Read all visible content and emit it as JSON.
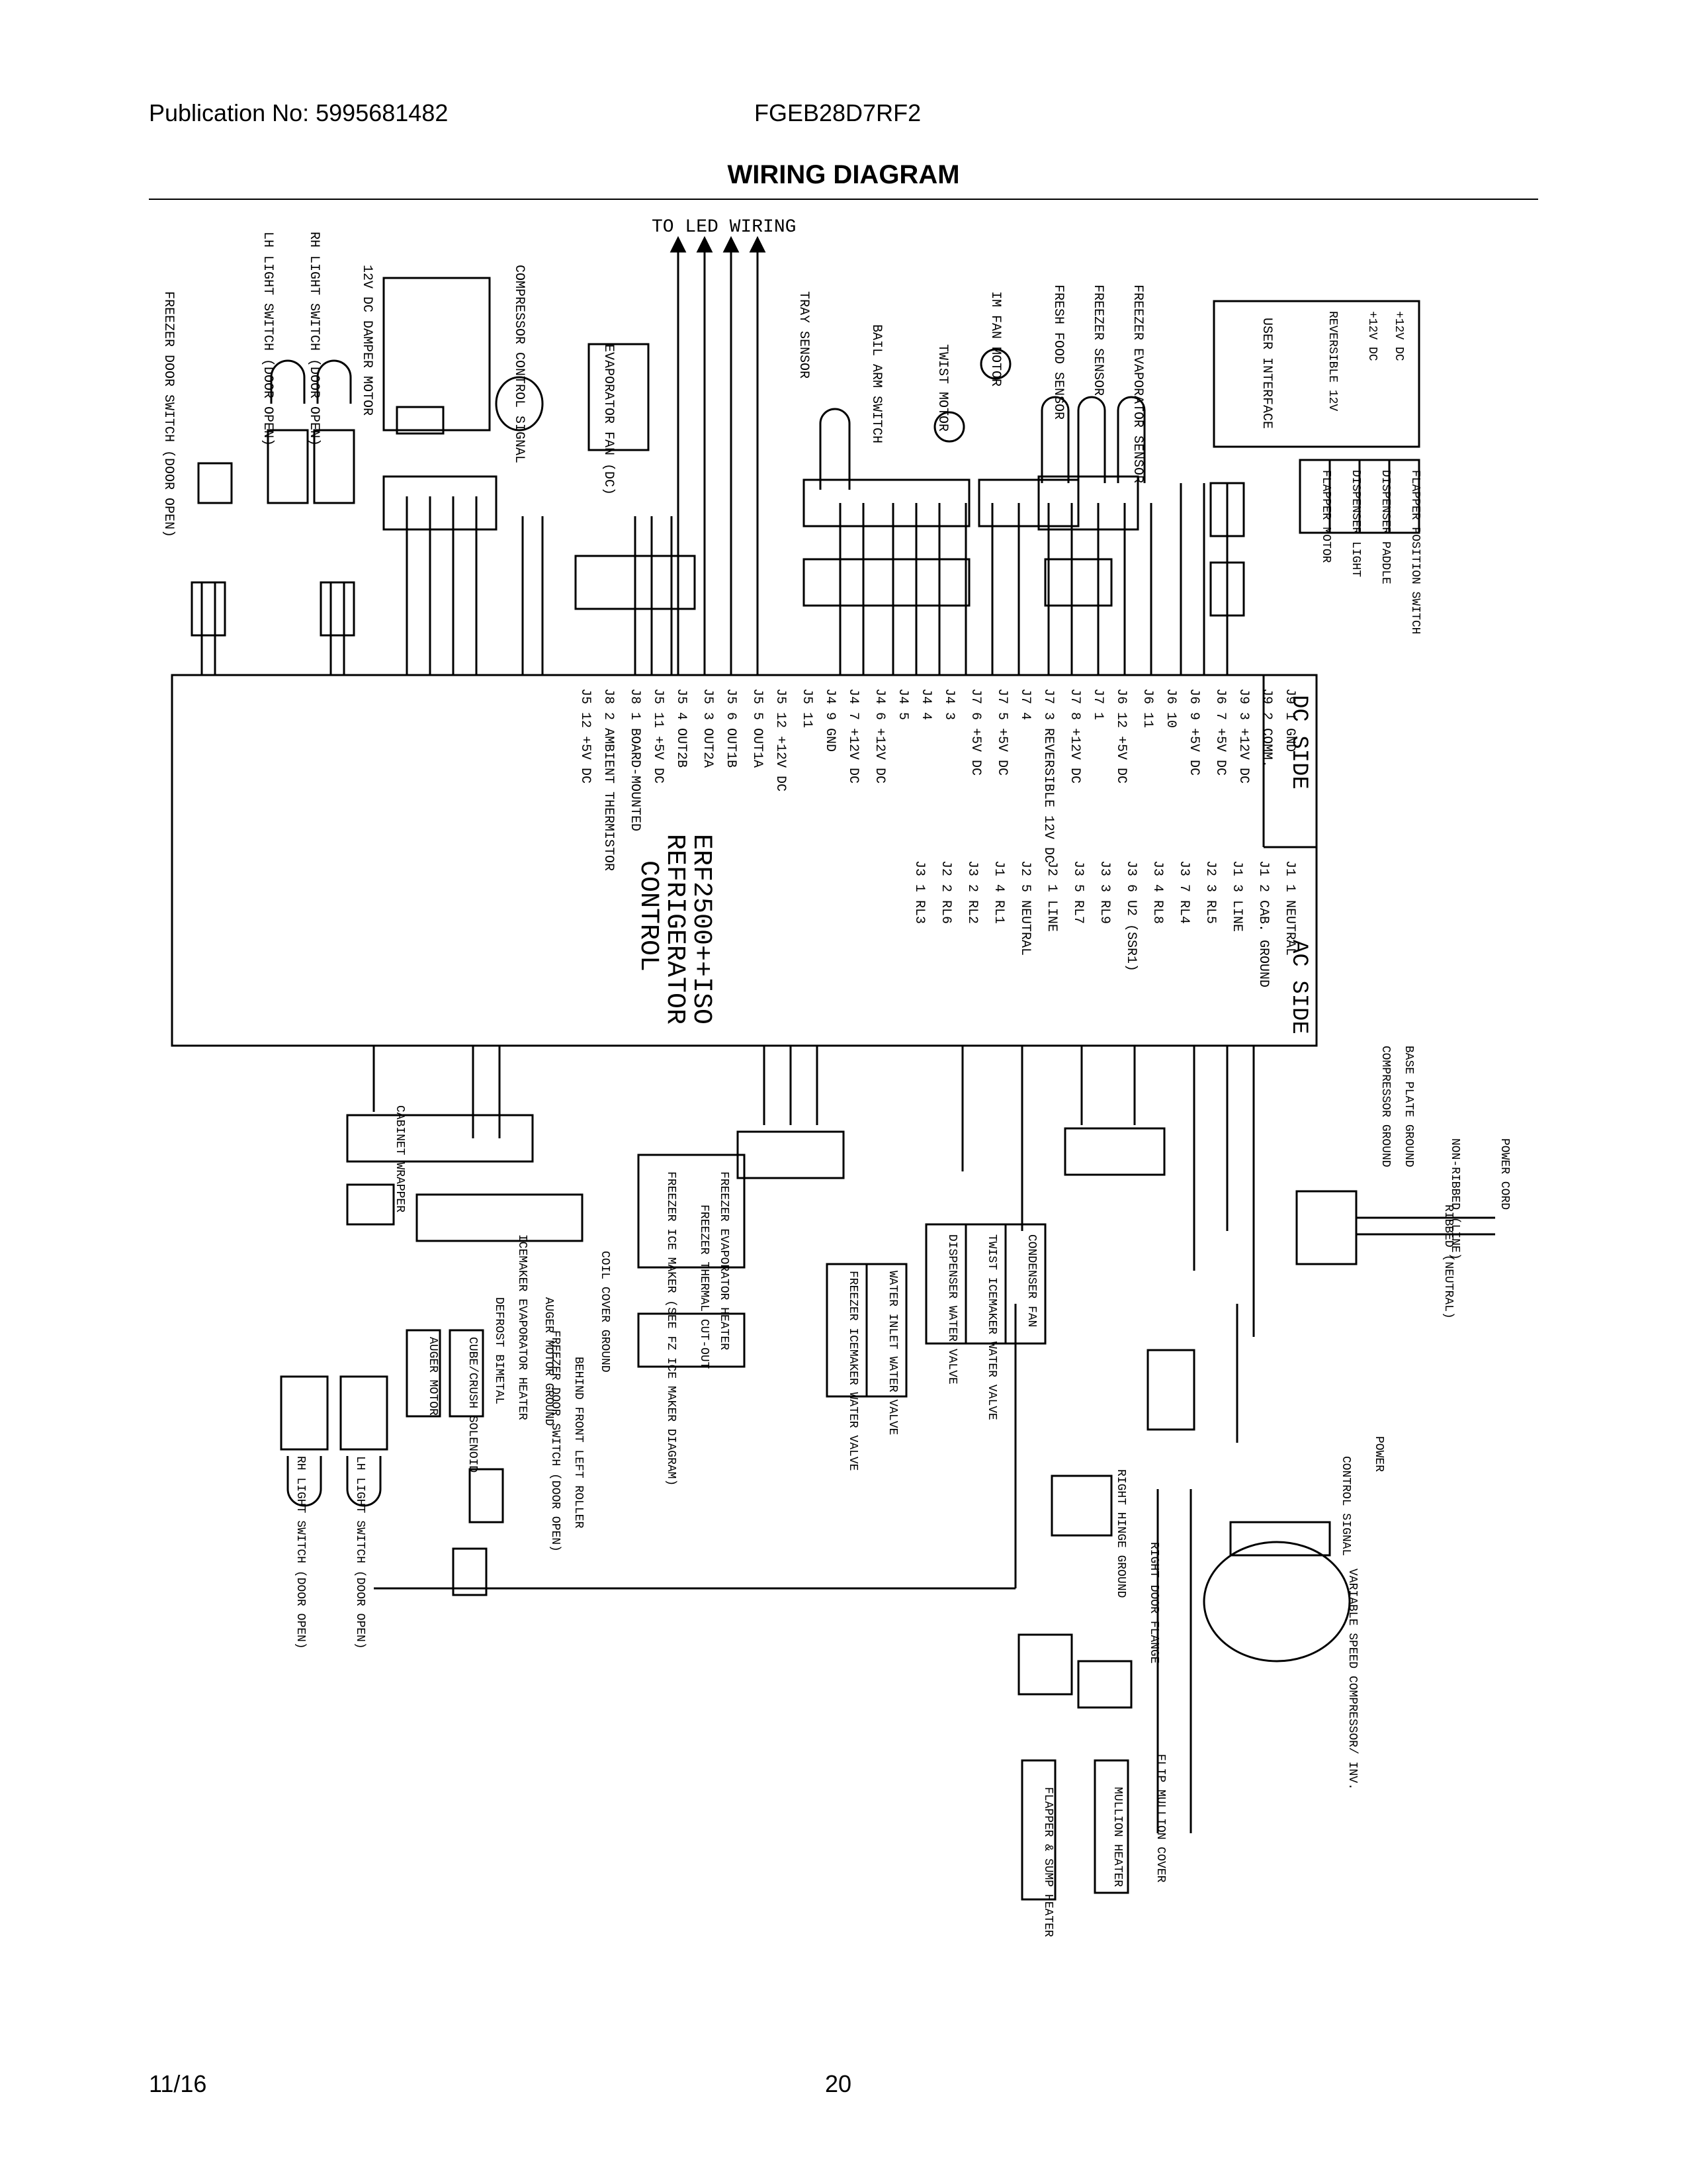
{
  "header": {
    "publication": "Publication No: 5995681482",
    "model": "FGEB28D7RF2"
  },
  "title": "WIRING DIAGRAM",
  "footer": {
    "date": "11/16",
    "page": "20"
  },
  "diagram": {
    "led_wiring_label": "TO LED WIRING",
    "board": {
      "name_line1": "ERF2500++ISO",
      "name_line2": "REFRIGERATOR",
      "name_line3": "CONTROL",
      "dc_side": "DC SIDE",
      "ac_side": "AC SIDE"
    },
    "top_components": [
      "FREEZER DOOR SWITCH (DOOR OPEN)",
      "LH LIGHT SWITCH (DOOR OPEN)",
      "RH LIGHT SWITCH (DOOR OPEN)",
      "12V DC DAMPER MOTOR",
      "COMPRESSOR CONTROL SIGNAL",
      "EVAPORATOR FAN (DC)",
      "TRAY SENSOR",
      "BAIL ARM SWITCH",
      "TWIST MOTOR",
      "IM FAN MOTOR",
      "FRESH FOOD SENSOR",
      "FREEZER SENSOR",
      "FREEZER EVAPORATOR SENSOR",
      "USER INTERFACE"
    ],
    "ui_pins": [
      "+12V DC",
      "+12V DC",
      "REVERSIBLE 12V"
    ],
    "flapper_items": [
      "FLAPPER POSITION SWITCH",
      "DISPENSER PADDLE",
      "DISPENSER LIGHT",
      "FLAPPER MOTOR"
    ],
    "dc_rows": [
      "J9 1 GND",
      "J9 2 COMM.",
      "J9 3 +12V DC",
      "J6 7 +5V DC",
      "J6 9 +5V DC",
      "J6 10",
      "J6 11",
      "J6 12 +5V DC",
      "J7 1",
      "J7 8 +12V DC",
      "J7 3 REVERSIBLE 12V DC",
      "J7 4",
      "J7 5 +5V DC",
      "J7 6 +5V DC",
      "J4 3",
      "J4 4",
      "J4 5",
      "J4 6 +12V DC",
      "J4 7 +12V DC",
      "J4 9 GND",
      "J5 11",
      "J5 12 +12V DC",
      "J5 5 OUT1A",
      "J5 6 OUT1B",
      "J5 3 OUT2A",
      "J5 4 OUT2B",
      "J5 11 +5V DC",
      "J8 1 BOARD-MOUNTED",
      "J8 2 AMBIENT THERMISTOR",
      "J5 12 +5V DC"
    ],
    "ac_rows": [
      "J1 1 NEUTRAL",
      "J1 2 CAB. GROUND",
      "J1 3 LINE",
      "J2 3 RL5",
      "J3 7 RL4",
      "J3 4 RL8",
      "J3 6 U2 (SSR1)",
      "J3 3 RL9",
      "J3 5 RL7",
      "J2 1 LINE",
      "J2 5 NEUTRAL",
      "J1 4 RL1",
      "J3 2 RL2",
      "J2 2 RL6",
      "J3 1 RL3"
    ],
    "bottom_components": [
      "POWER CORD",
      "NON-RIBBED (LINE)",
      "RIBBED (NEUTRAL)",
      "BASE PLATE GROUND",
      "COMPRESSOR GROUND",
      "CONDENSER FAN",
      "TWIST ICEMAKER WATER VALVE",
      "DISPENSER WATER VALVE",
      "WATER INLET WATER VALVE",
      "FREEZER ICEMAKER WATER VALVE",
      "FREEZER EVAPORATOR HEATER",
      "FREEZER THERMAL CUT-OUT",
      "FREEZER ICE MAKER (SEE FZ ICE MAKER DIAGRAM)",
      "COIL COVER GROUND",
      "BEHIND FRONT LEFT ROLLER",
      "FREEZER DOOR SWITCH (DOOR OPEN)",
      "ICEMAKER EVAPORATOR HEATER",
      "DEFROST BIMETAL",
      "AUGER MOTOR GROUND",
      "CUBE/CRUSH SOLENOID",
      "AUGER MOTOR",
      "CABINET WRAPPER",
      "RH LIGHT SWITCH (DOOR OPEN)",
      "LH LIGHT SWITCH (DOOR OPEN)",
      "VARIABLE SPEED COMPRESSOR/ INV.",
      "POWER",
      "CONTROL SIGNAL",
      "RIGHT HINGE GROUND",
      "RIGHT DOOR FLANGE",
      "FLAPPER & SUMP HEATER",
      "MULLION HEATER",
      "FLIP MULLION COVER"
    ]
  }
}
